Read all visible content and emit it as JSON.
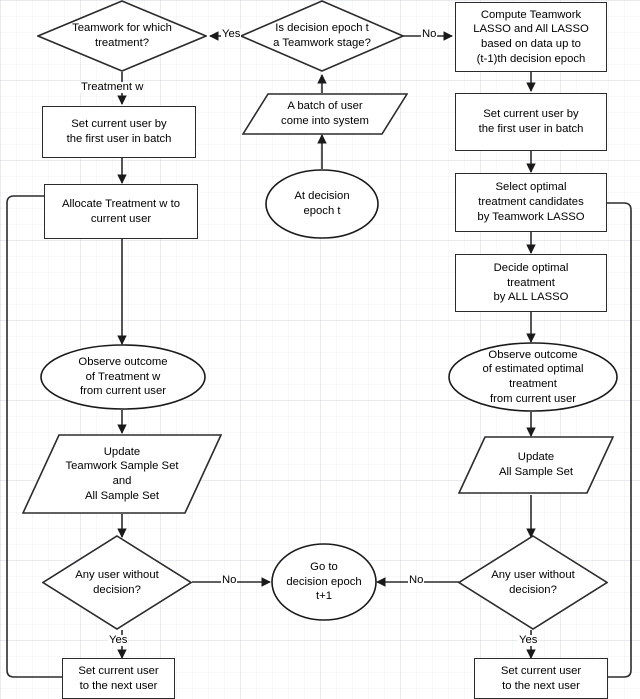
{
  "diagram": {
    "title": "Teamwork LASSO / All LASSO decision-epoch flowchart",
    "stroke_color": "#2b2b2b",
    "fill_color": "#ffffff",
    "text_color": "#000000",
    "nodes": {
      "teamwork_which_treatment": "Teamwork for which\ntreatment?",
      "is_teamwork_stage": "Is decision epoch t\na Teamwork stage?",
      "compute_lasso": "Compute Teamwork\nLASSO and All LASSO\nbased on data up to\n(t-1)th decision epoch",
      "batch_of_user": "A batch of user\ncome into system",
      "at_decision_epoch": "At decision\nepoch t",
      "set_current_user_left": "Set current user by\nthe first user in batch",
      "set_current_user_right": "Set current user by\nthe first user in batch",
      "allocate_treatment": "Allocate Treatment w to\ncurrent user",
      "select_optimal": "Select optimal\ntreatment candidates\nby Teamwork LASSO",
      "decide_optimal": "Decide optimal\ntreatment\nby ALL LASSO",
      "observe_outcome_left": "Observe outcome\nof Treatment w\nfrom current user",
      "observe_outcome_right": "Observe outcome\nof estimated optimal\ntreatment\nfrom current user",
      "update_left": "Update\nTeamwork Sample Set\nand\nAll Sample Set",
      "update_right": "Update\nAll Sample Set",
      "any_user_left": "Any user without\ndecision?",
      "any_user_right": "Any user without\ndecision?",
      "go_to_next_epoch": "Go to\ndecision epoch\nt+1",
      "set_next_user_left": "Set current user\nto the next user",
      "set_next_user_right": "Set current user\nto the next user"
    },
    "edge_labels": {
      "yes_to_teamwork": "Yes",
      "no_to_compute": "No",
      "treatment_w": "Treatment w",
      "left_no": "No",
      "right_no": "No",
      "left_yes": "Yes",
      "right_yes": "Yes"
    }
  }
}
